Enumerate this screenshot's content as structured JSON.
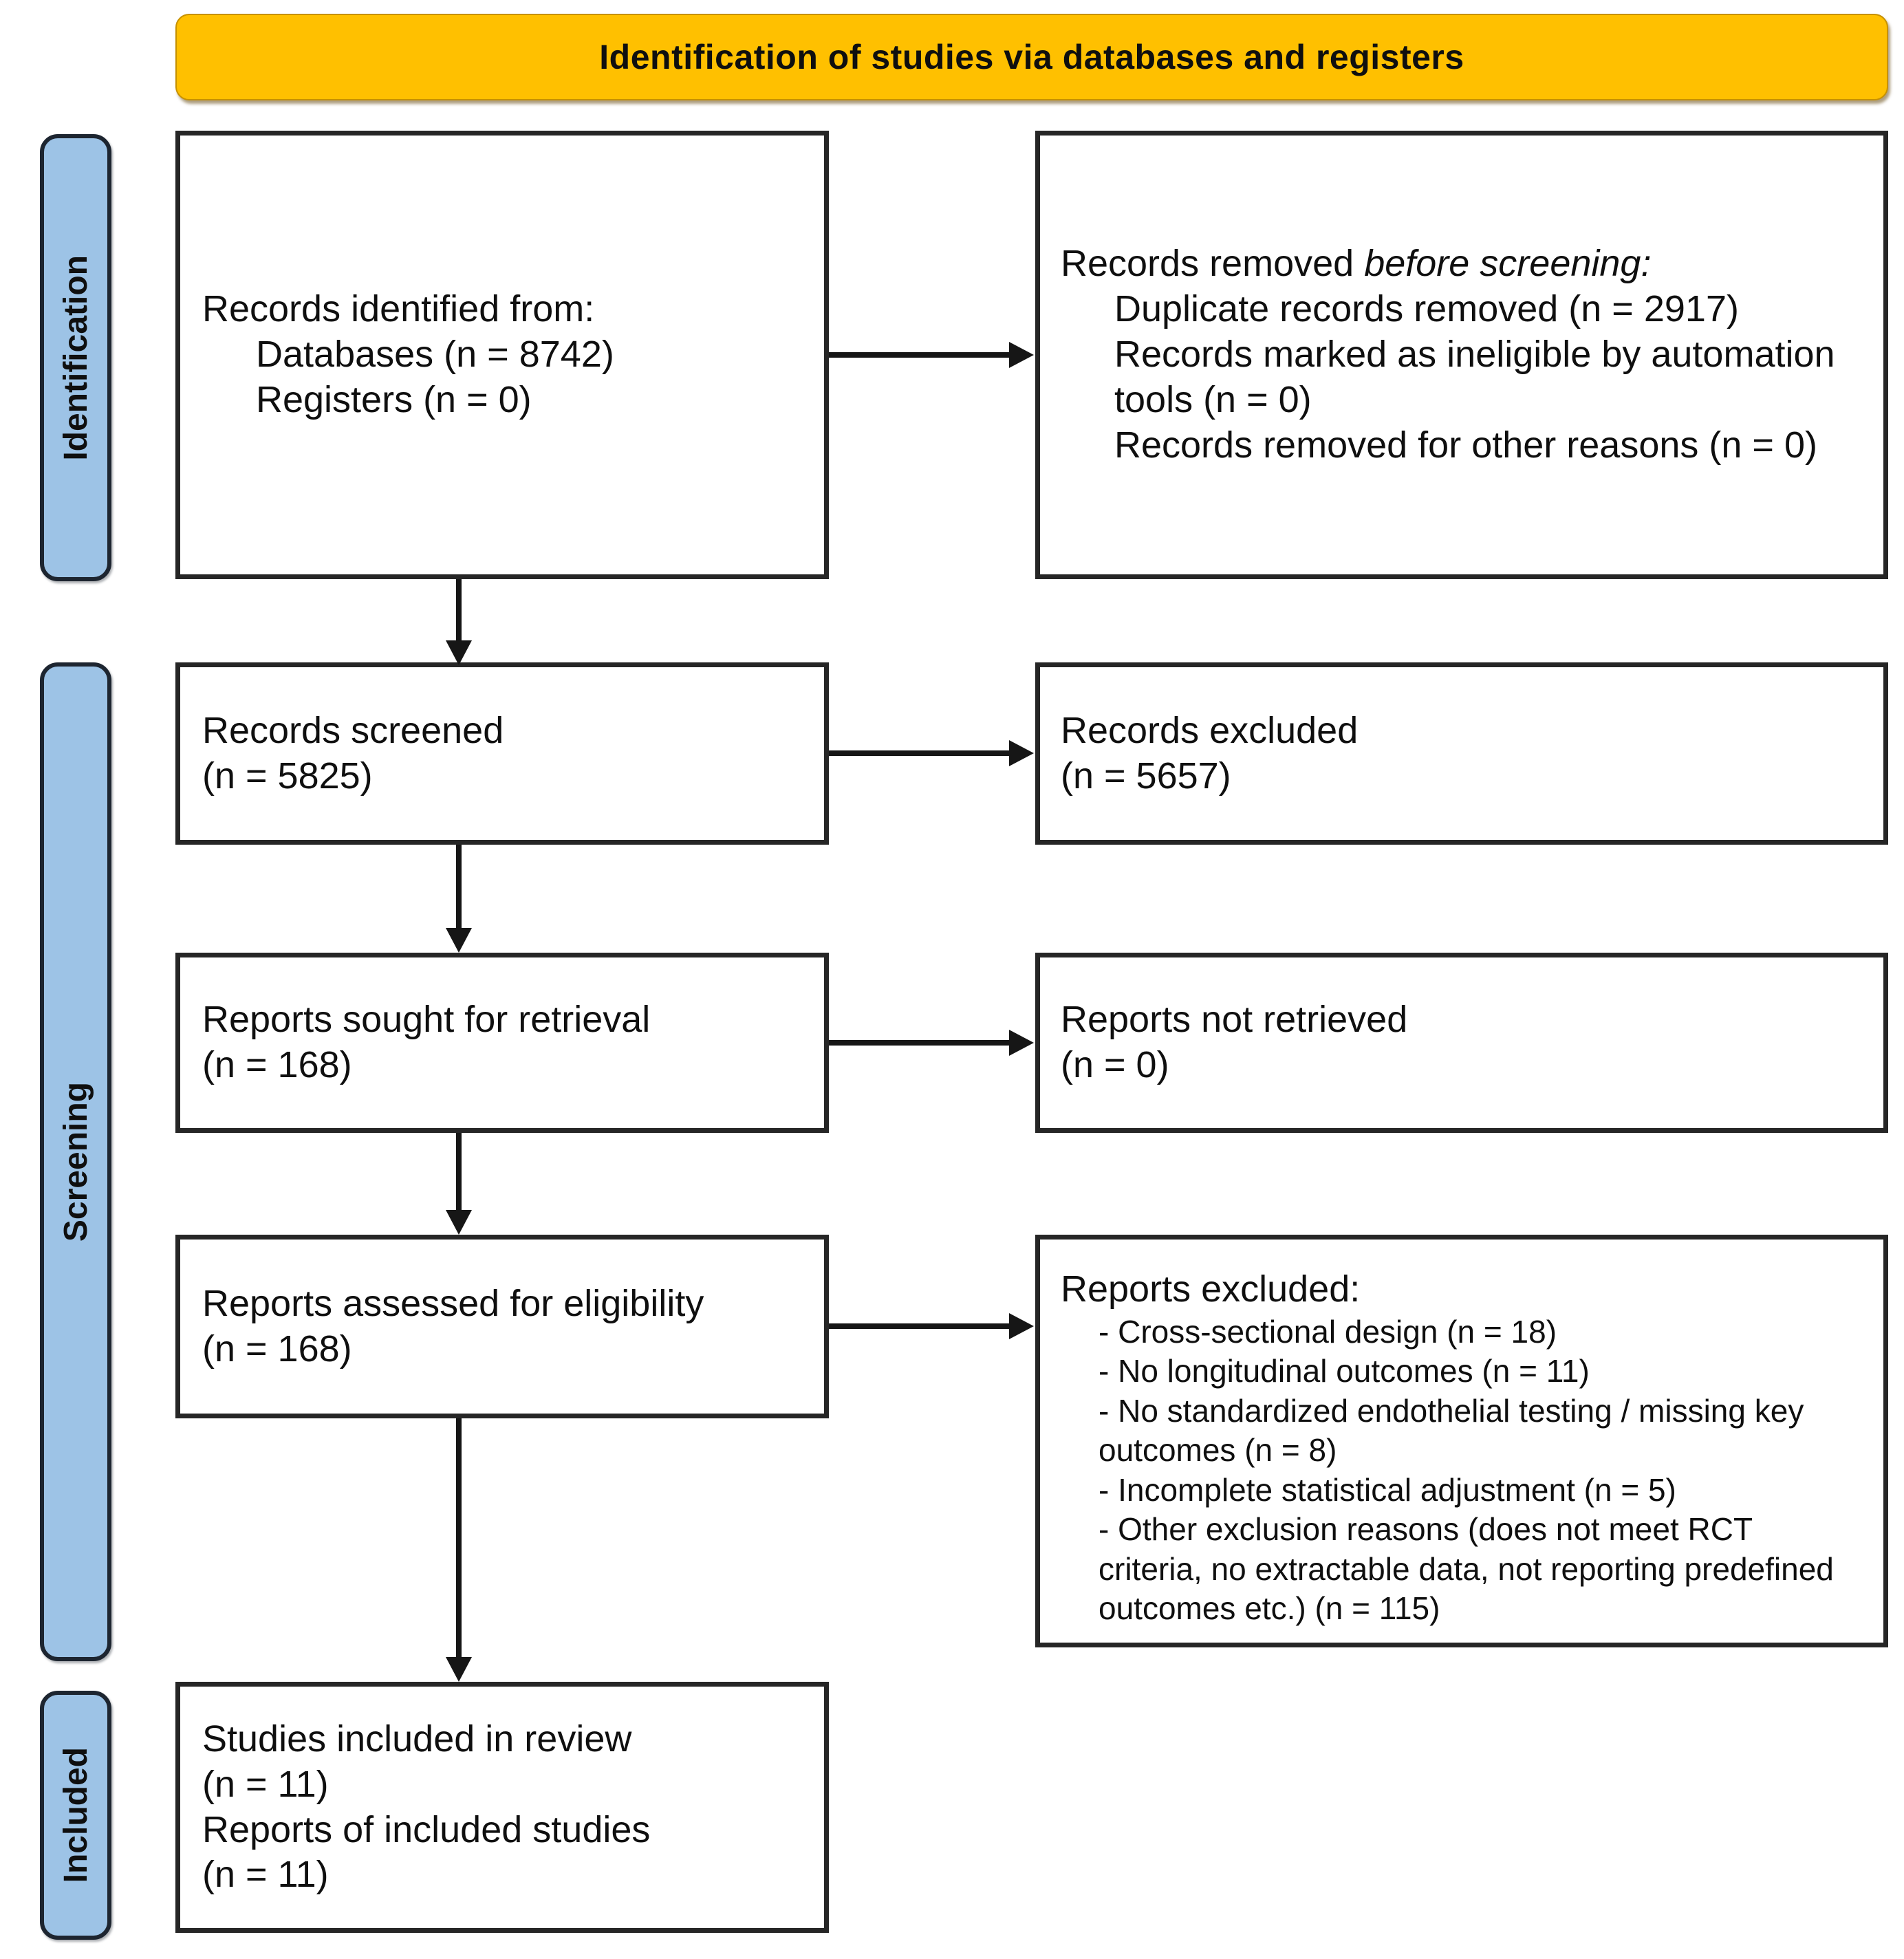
{
  "header": {
    "title": "Identification of studies via databases and registers"
  },
  "stages": [
    {
      "label": "Identification"
    },
    {
      "label": "Screening"
    },
    {
      "label": "Included"
    }
  ],
  "boxes": {
    "identified": {
      "title": "Records identified from:",
      "items": [
        "Databases (n = 8742)",
        "Registers (n = 0)"
      ]
    },
    "removed": {
      "title_prefix": "Records removed ",
      "title_italic": "before screening:",
      "items": [
        "Duplicate records removed (n = 2917)",
        "Records marked as ineligible by automation tools (n = 0)",
        "Records removed for other reasons (n = 0)"
      ]
    },
    "screened": {
      "lines": [
        "Records screened",
        "(n = 5825)"
      ]
    },
    "records_excluded": {
      "lines": [
        "Records excluded",
        "(n = 5657)"
      ]
    },
    "sought": {
      "lines": [
        "Reports sought for retrieval",
        "(n = 168)"
      ]
    },
    "not_retrieved": {
      "lines": [
        "Reports not retrieved",
        "(n = 0)"
      ]
    },
    "assessed": {
      "lines": [
        "Reports assessed for eligibility",
        "(n = 168)"
      ]
    },
    "reports_excluded": {
      "title": "Reports excluded:",
      "items": [
        "- Cross-sectional design (n = 18)",
        "- No longitudinal outcomes (n = 11)",
        "- No standardized endothelial testing / missing key outcomes (n = 8)",
        "- Incomplete statistical adjustment (n = 5)",
        "- Other exclusion reasons (does not meet RCT criteria, no extractable data, not reporting predefined outcomes etc.) (n = 115)"
      ]
    },
    "included_review": {
      "lines": [
        "Studies included in review",
        "(n = 11)",
        "Reports of included studies",
        "(n = 11)"
      ]
    }
  },
  "colors": {
    "header-bg": "#FFC000",
    "header-edge": "#C79100",
    "stage-bg": "#9DC3E6",
    "stage-border": "#1d2530",
    "box-border": "#262626",
    "arrow": "#161616",
    "text": "#0f0f0f"
  }
}
